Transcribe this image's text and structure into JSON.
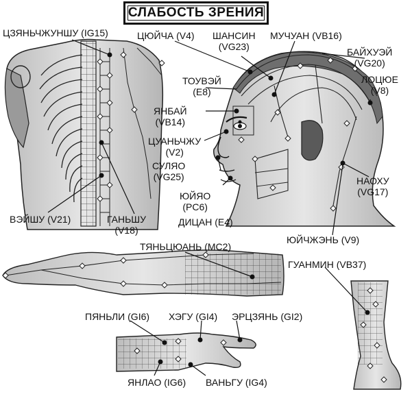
{
  "title": "СЛАБОСТЬ ЗРЕНИЯ",
  "points": {
    "ig15": {
      "name": "ЦЗЯНЬЧЖУНШУ",
      "code": "(IG15)"
    },
    "v4": {
      "name": "ЦЮЙЧА",
      "code": "(V4)"
    },
    "vg23": {
      "name": "ШАНСИН",
      "code": "(VG23)"
    },
    "vb16": {
      "name": "МУЧУАН",
      "code": "(VB16)"
    },
    "vg20": {
      "name": "БАЙХУЭЙ",
      "code": "(VG20)"
    },
    "v8": {
      "name": "ЛОЦЮЕ",
      "code": "(V8)"
    },
    "e8": {
      "name": "ТОУВЭЙ",
      "code": "(E8)"
    },
    "vb14": {
      "name": "ЯНБАЙ",
      "code": "(VB14)"
    },
    "v2": {
      "name": "ЦУАНЬЧЖУ",
      "code": "(V2)"
    },
    "vg25": {
      "name": "СУЛЯО",
      "code": "(VG25)"
    },
    "pc6": {
      "name": "ЮЙЯО",
      "code": "(PC6)"
    },
    "e4": {
      "name": "ДИЦАН",
      "code": "(E4)"
    },
    "vg17": {
      "name": "НАОХУ",
      "code": "(VG17)"
    },
    "v9": {
      "name": "ЮЙЧЖЭНЬ",
      "code": "(V9)"
    },
    "v21": {
      "name": "ВЭЙШУ",
      "code": "(V21)"
    },
    "v18": {
      "name": "ГАНЬШУ",
      "code": "(V18)"
    },
    "mc2": {
      "name": "ТЯНЬЦЮАНЬ",
      "code": "(MC2)"
    },
    "vb37": {
      "name": "ГУАНМИН",
      "code": "(VB37)"
    },
    "gi6": {
      "name": "ПЯНЬЛИ",
      "code": "(GI6)"
    },
    "gi4": {
      "name": "ХЭГУ",
      "code": "(GI4)"
    },
    "gi2": {
      "name": "ЭРЦЗЯНЬ",
      "code": "(GI2)"
    },
    "ig6": {
      "name": "ЯНЛАО",
      "code": "(IG6)"
    },
    "ig4": {
      "name": "ВАНЬГУ",
      "code": "(IG4)"
    }
  }
}
